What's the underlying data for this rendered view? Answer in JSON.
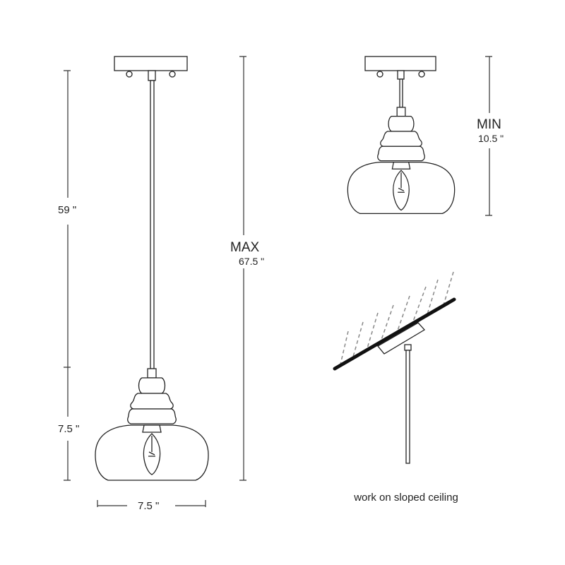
{
  "dimensions": {
    "cord_length": "59 \"",
    "fixture_height": "7.5 \"",
    "fixture_width": "7.5 \"",
    "max_label": "MAX",
    "max_value": "67.5 \"",
    "min_label": "MIN",
    "min_value": "10.5 \""
  },
  "caption": "work on sloped ceiling",
  "colors": {
    "line": "#222222",
    "ceiling_dash": "#888888"
  }
}
